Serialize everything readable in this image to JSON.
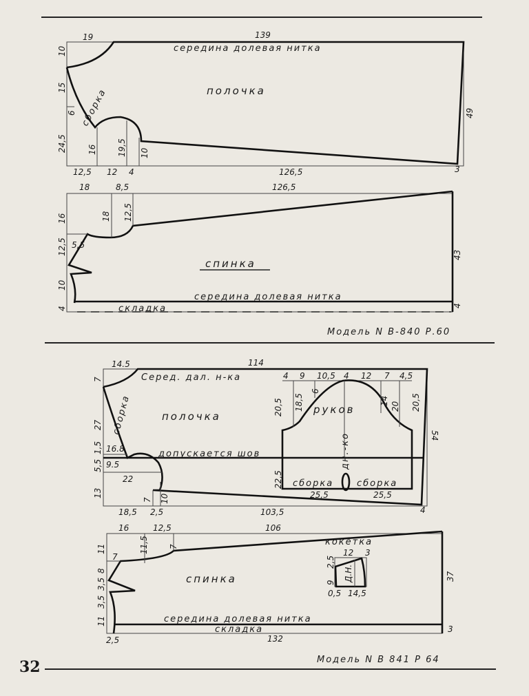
{
  "page_number": "32",
  "pattern_1": {
    "caption": "Модель N В-840 Р.60",
    "front": {
      "title": "полочка",
      "grain": "середина долевая нитка",
      "gather": "сборка",
      "dims": [
        "19",
        "139",
        "10",
        "15",
        "6",
        "24,5",
        "16",
        "19,5",
        "10",
        "12,5",
        "12",
        "4",
        "126,5",
        "3",
        "49"
      ]
    },
    "back": {
      "title": "спинка",
      "grain": "середина долевая нитка",
      "fold": "складка",
      "dims": [
        "18",
        "8,5",
        "126,5",
        "16",
        "18",
        "12,5",
        "5,5",
        "12,5",
        "10",
        "4",
        "43",
        "4"
      ]
    }
  },
  "pattern_2": {
    "caption": "Модель N В 841 Р 64",
    "front": {
      "title": "полочка",
      "grain": "Серед. дал. н-ка",
      "gather": "сборка",
      "seam": "допускается шов",
      "dims": [
        "14.5",
        "114",
        "7",
        "27",
        "1,5",
        "16.8",
        "5,5",
        "9.5",
        "22",
        "13",
        "18,5",
        "2,5",
        "7",
        "10",
        "103,5",
        "4",
        "54"
      ]
    },
    "sleeve": {
      "title": "руков",
      "grain": "дн.-ко",
      "gather_left": "сборка",
      "gather_right": "сборка",
      "dims": [
        "4",
        "9",
        "10,5",
        "4",
        "12",
        "7",
        "4,5",
        "20,5",
        "18,5",
        "6",
        "14",
        "20",
        "20,5",
        "22,5",
        "25,5",
        "25,5"
      ]
    },
    "back": {
      "title": "спинка",
      "grain": "середина долевая нитка",
      "fold": "складка",
      "dims": [
        "16",
        "12,5",
        "106",
        "11",
        "7",
        "11,5",
        "7",
        "8",
        "3,5",
        "3,5",
        "11",
        "2,5",
        "132",
        "37",
        "3"
      ]
    },
    "yoke": {
      "title": "кокетка",
      "grain": "Д.Н.",
      "dims": [
        "12",
        "3",
        "2,5",
        "9",
        "0,5",
        "14,5"
      ]
    }
  }
}
